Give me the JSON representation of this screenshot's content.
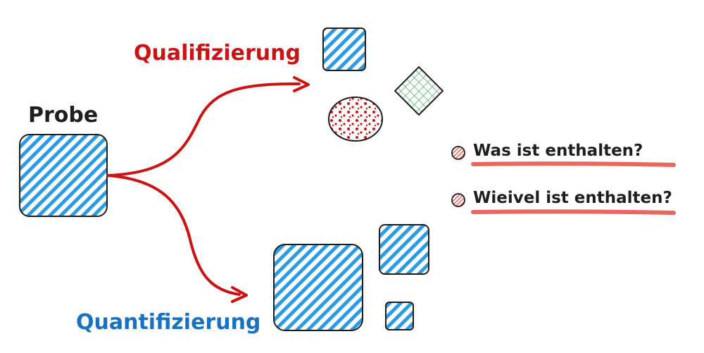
{
  "labels": {
    "probe": "Probe",
    "qualification": "Qualifizierung",
    "quantification": "Quantifizierung"
  },
  "questions": [
    {
      "text": "Was ist enthalten?"
    },
    {
      "text": "Wieivel ist enthalten?"
    }
  ],
  "colors": {
    "ink": "#1e1e1e",
    "arrow": "#c81414",
    "qualification": "#c81414",
    "quantification": "#1971c2",
    "hatch_blue": "#2e9be0",
    "hatch_green": "#2f9e44",
    "dots_red": "#c81414",
    "underline": "#e8675f"
  }
}
